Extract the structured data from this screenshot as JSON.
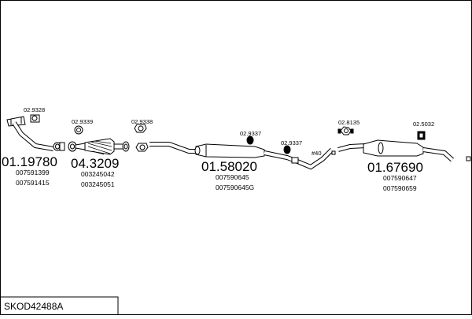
{
  "frame": {
    "code": "SKOD42488A"
  },
  "sections": [
    {
      "part_no": "01.19780",
      "refs": [
        "007591399",
        "007591415"
      ]
    },
    {
      "part_no": "04.3209",
      "refs": [
        "003245042",
        "003245051"
      ]
    },
    {
      "part_no": "01.58020",
      "refs": [
        "007590645",
        "007590645G"
      ]
    },
    {
      "part_no": "01.67690",
      "refs": [
        "007590647",
        "007590659"
      ]
    }
  ],
  "accessories": [
    "02.9328",
    "02.9339",
    "02.9338",
    "02.9337",
    "02.9337",
    "02.8135",
    "02.5032"
  ],
  "accessory_note": "#40"
}
